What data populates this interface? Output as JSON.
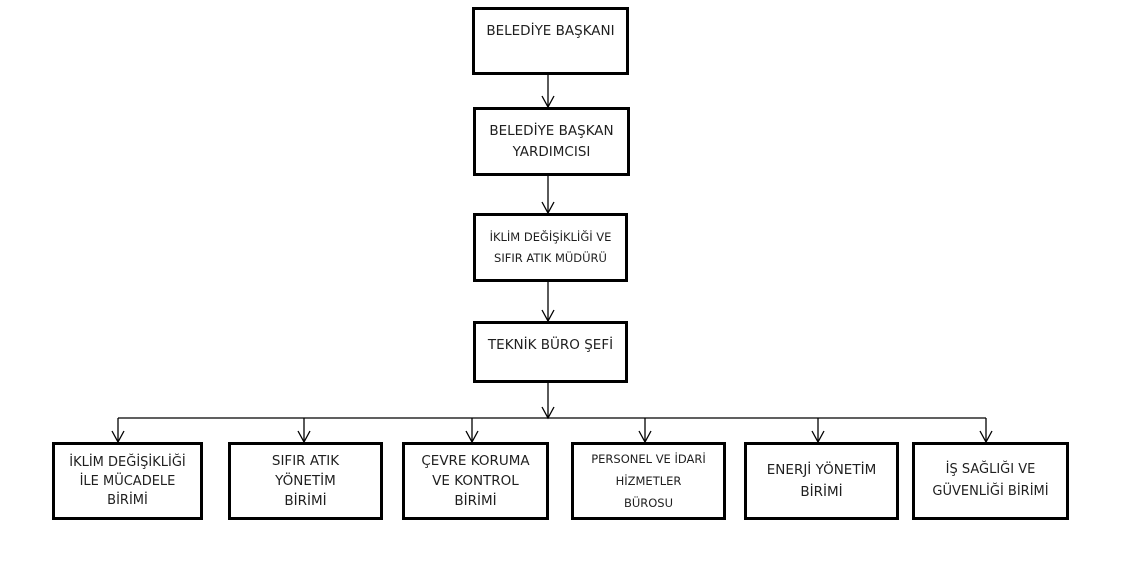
{
  "diagram": {
    "type": "org-chart",
    "nodes": {
      "mayor": "BELEDİYE BAŞKANI",
      "deputy_mayor": "BELEDİYE BAŞKAN\nYARDIMCISI",
      "director": "İKLİM DEĞİŞİKLİĞİ VE\nSIFIR ATIK MÜDÜRÜ",
      "chief": "TEKNİK BÜRO ŞEFİ",
      "units": [
        "İKLİM DEĞİŞİKLİĞİ\nİLE MÜCADELE\nBİRİMİ",
        "SIFIR ATIK\nYÖNETİM\nBİRİMİ",
        "ÇEVRE KORUMA\nVE KONTROL\nBİRİMİ",
        "PERSONEL VE İDARİ\nHİZMETLER\nBÜROSU",
        "ENERJİ YÖNETİM\nBİRİMİ",
        "İŞ SAĞLIĞI VE\nGÜVENLİĞİ BİRİMİ"
      ]
    },
    "edges": [
      [
        "mayor",
        "deputy_mayor"
      ],
      [
        "deputy_mayor",
        "director"
      ],
      [
        "director",
        "chief"
      ],
      [
        "chief",
        "units.0"
      ],
      [
        "chief",
        "units.1"
      ],
      [
        "chief",
        "units.2"
      ],
      [
        "chief",
        "units.3"
      ],
      [
        "chief",
        "units.4"
      ],
      [
        "chief",
        "units.5"
      ]
    ]
  }
}
